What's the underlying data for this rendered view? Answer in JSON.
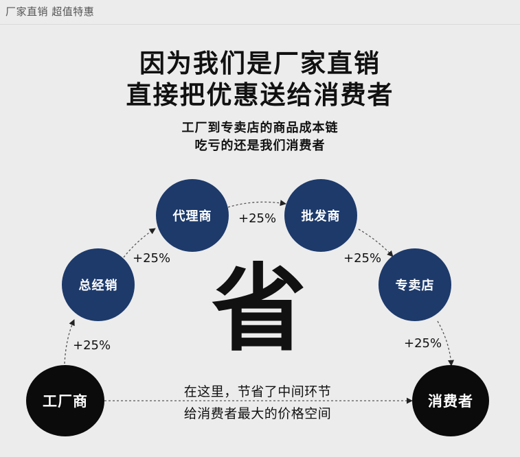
{
  "top_caption": "厂家直销 超值特惠",
  "headline": {
    "line1": "因为我们是厂家直销",
    "line2": "直接把优惠送给消费者"
  },
  "subline": {
    "line1": "工厂到专卖店的商品成本链",
    "line2": "吃亏的还是我们消费者"
  },
  "nodes": {
    "factory": "工厂商",
    "general": "总经销",
    "agent": "代理商",
    "wholesale": "批发商",
    "store": "专卖店",
    "consumer": "消费者"
  },
  "markups": {
    "factory_to_general": "+25%",
    "general_to_agent": "+25%",
    "agent_to_wholesale": "+25%",
    "wholesale_to_store": "+25%",
    "store_to_consumer": "+25%"
  },
  "big_char": "省",
  "note": {
    "line1": "在这里，节省了中间环节",
    "line2": "给消费者最大的价格空间"
  },
  "colors": {
    "background": "#ececec",
    "blue_node": "#1d3a6b",
    "black_node": "#0b0b0b",
    "text": "#111111"
  }
}
